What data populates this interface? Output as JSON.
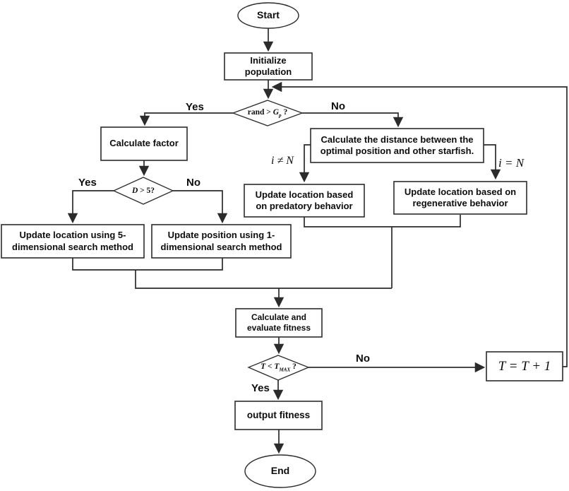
{
  "nodes": {
    "start": {
      "label": "Start"
    },
    "initialize_population": {
      "label": "Initialize\npopulation"
    },
    "calculate_factor": {
      "label": "Calculate factor"
    },
    "update_5dim": {
      "label": "Update location using 5-\ndimensional search method"
    },
    "update_1dim": {
      "label": "Update position using 1-\ndimensional search method"
    },
    "calculate_distance": {
      "label": "Calculate the distance between the\noptimal position and other starfish."
    },
    "update_predatory": {
      "label": "Update location based\non predatory behavior"
    },
    "update_regenerative": {
      "label": "Update location based on\nregenerative behavior"
    },
    "calculate_fitness": {
      "label": "Calculate and\nevaluate fitness"
    },
    "increment_t": {
      "label": "T = T + 1"
    },
    "output_fitness": {
      "label": "output fitness"
    },
    "end": {
      "label": "End"
    }
  },
  "decisions": {
    "rand_gp": {
      "prefix": "rand > ",
      "variable": "G",
      "subscript": "p",
      "suffix": " ?"
    },
    "d_gt_5": {
      "variable": "D",
      "rest": " > 5?"
    },
    "t_lt_tmax": {
      "expression": "T < T",
      "subscript": "MAX",
      "suffix": " ?"
    }
  },
  "edge_labels": {
    "rand_yes": "Yes",
    "rand_no": "No",
    "d_yes": "Yes",
    "d_no": "No",
    "i_not_equal": "i ≠ N",
    "i_equal": "i = N",
    "t_no": "No",
    "t_yes": "Yes"
  },
  "colors": {
    "stroke": "#2b2b2b",
    "text": "#0d0d0d",
    "background": "#ffffff"
  }
}
